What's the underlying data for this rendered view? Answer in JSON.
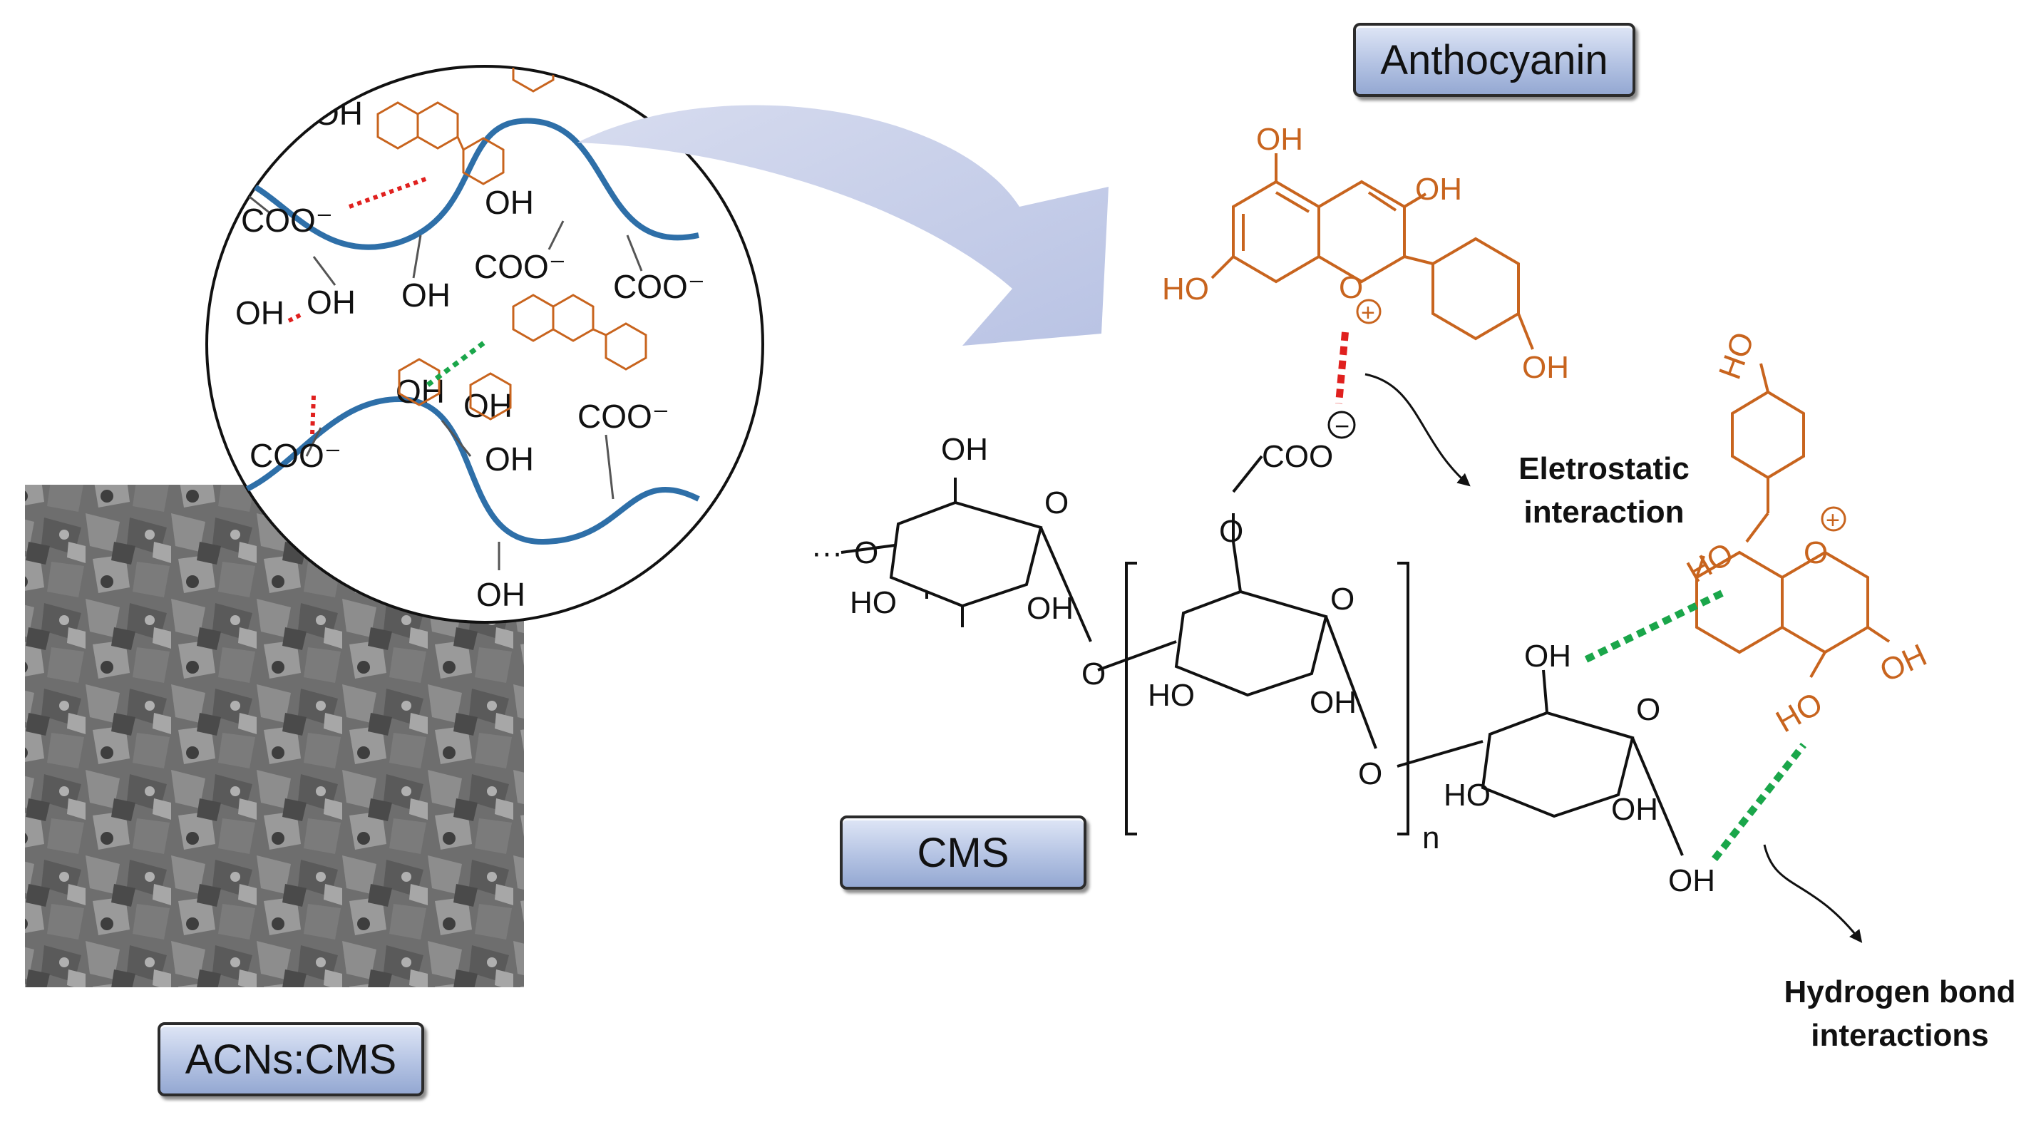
{
  "labels": {
    "anthocyanin": "Anthocyanin",
    "cms": "CMS",
    "composite": "ACNs:CMS",
    "electrostatic_line1": "Eletrostatic",
    "electrostatic_line2": "interaction",
    "hbond_line1": "Hydrogen bond",
    "hbond_line2": "interactions"
  },
  "chem": {
    "oh": "OH",
    "ho": "HO",
    "o": "O",
    "coo_minus": "COO⁻",
    "coo": "COO",
    "repeat_n": "n",
    "plus": "+",
    "minus": "−",
    "ellipsis": "···"
  },
  "colors": {
    "anthocyanin": "#c8641e",
    "polymer_chain": "#2e6fa8",
    "electrostatic_bond": "#e0201e",
    "hydrogen_bond": "#1aa64a",
    "arrow_fill": "#c5cde9"
  }
}
